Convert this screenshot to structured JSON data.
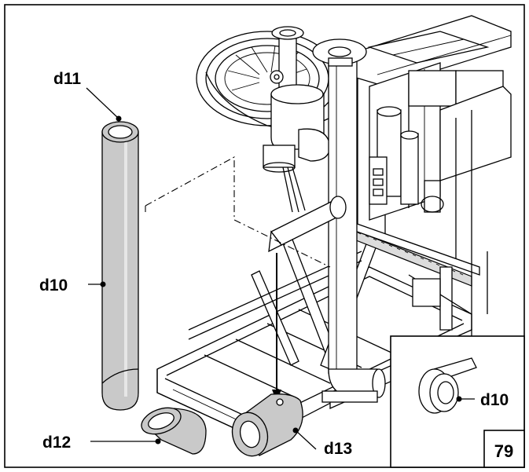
{
  "labels": {
    "d11": "d11",
    "d10_main": "d10",
    "d12": "d12",
    "d13": "d13",
    "d10_inset": "d10"
  },
  "figure_number": "79",
  "colors": {
    "frame": "#000000",
    "part_fill": "#c9c9c9",
    "background": "#ffffff"
  }
}
